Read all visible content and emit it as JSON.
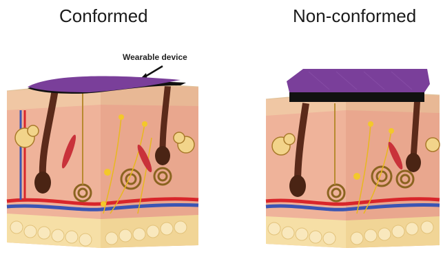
{
  "panels": {
    "left": {
      "title": "Conformed"
    },
    "right": {
      "title": "Non-conformed"
    }
  },
  "annotation": {
    "label": "Wearable device"
  },
  "colors": {
    "device_purple": "#7a3f9a",
    "device_black": "#111111",
    "skin_surface": "#f2d9b8",
    "epidermis": "#f0c7a4",
    "dermis": "#efb39a",
    "fat": "#f6dfa6",
    "artery": "#d8262b",
    "vein": "#3b55b3",
    "hair": "#5b2a1a"
  }
}
